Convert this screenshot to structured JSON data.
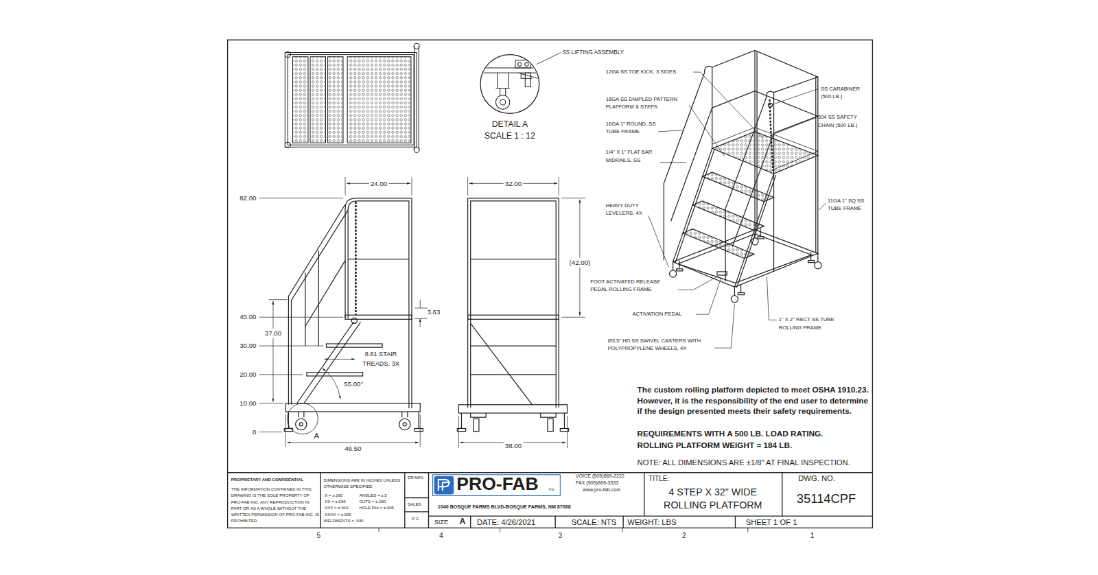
{
  "diagram": {
    "title": "4 STEP X 32\" WIDE ROLLING PLATFORM",
    "labels": [
      "SS LIFTING ASSEMBLY",
      "DETAIL A",
      "SCALE 1 : 12",
      "12GA SS TOE KICK, 3 SIDES",
      "16GA SS DIMPLED PATTERN PLATFORM & STEPS",
      "16GA 1\" ROUND, SS TUBE FRAME",
      "1/4\" X 1\" FLAT BAR MIDRAILS, SS",
      "HEAVY DUTY LEVELERS, 4X",
      "FOOT ACTIVATED RELEASE PEDAL ROLLING FRAME",
      "ACTIVATION PEDAL",
      "Ø3.5\" HD SS SWIVEL CASTERS WITH POLYPROPYLENE WHEELS, 4X",
      "1\" X 2\" RECT SS TUBE ROLLING FRAME",
      "SS CARABINER (500 LB.)",
      "304 SS SAFETY CHAIN (500 LB.)",
      "11GA 1\" SQ SS TUBE FRAME",
      "24.00",
      "82.00",
      "40.00",
      "30.00",
      "20.00",
      "10.00",
      "0",
      "37.00",
      "3.63",
      "8.81 STAIR TREADS, 3X",
      "55.00°",
      "46.50",
      "A",
      "32.00",
      "(42.00)",
      "38.00",
      "The custom rolling platform depicted to meet OSHA 1910.23. However, it is the responsibility of the end user to determine if the design presented meets their safety requirements.",
      "REQUIREMENTS WITH A 500 LB. LOAD RATING.",
      "ROLLING PLATFORM WEIGHT = 184 LB.",
      "NOTE: ALL DIMENSIONS ARE ±1/8\" AT FINAL INSPECTION.",
      "PROPRIETARY AND CONFIDENTIAL",
      "THE INFORMATION CONTAINED IN THIS DRAWING IS THE SOLE PROPERTY OF PRO-FAB INC. ANY REPRODUCTION IN PART OR AS A WHOLE WITHOUT THE WRITTEN PERMISSION OF PRO-FAB INC. IS PROHIBITED.",
      "DIMENSIONS ARE IN INCHES UNLESS OTHERWISE SPECIFIED",
      ".X = ±.060",
      "ANGLES = ±.5",
      ".XX = ±.030",
      "CUTS = ±.030",
      ".XXX = ±.010",
      "HOLE DIA = ±.005",
      ".XXXX = ±.005",
      "WELDMENTS = .030",
      "DRAWN",
      "SALES",
      "R C",
      "PRO-FAB",
      "Inc",
      "VOICE (505)869-2222",
      "FAX (505)869-3333",
      "www.pro-fab.com",
      "1040 BOSQUE FARMS BLVD-BOSQUE FARMS, NM 87068",
      "TITLE:",
      "DWG. NO.",
      "35114CPF",
      "SIZE",
      "A",
      "DATE: 4/26/2021",
      "SCALE: NTS",
      "WEIGHT: LBS",
      "SHEET 1 OF 1",
      "5",
      "4",
      "3",
      "2",
      "1"
    ]
  }
}
